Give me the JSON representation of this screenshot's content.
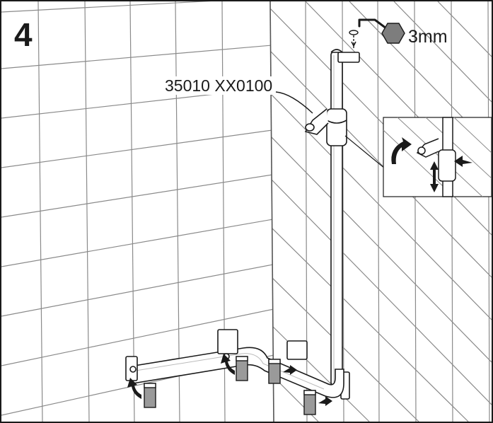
{
  "step": {
    "number": "4"
  },
  "labels": {
    "part_number": "35010 XX0100",
    "tool_size": "3mm"
  },
  "icons": {
    "tool": "hex-key-icon",
    "arrows": "direction-arrow-icon"
  },
  "colors": {
    "line": "#1a1a1a",
    "tile_grid": "#8a8a8a",
    "hex_fill": "#7d7d7d",
    "background": "#ffffff"
  }
}
